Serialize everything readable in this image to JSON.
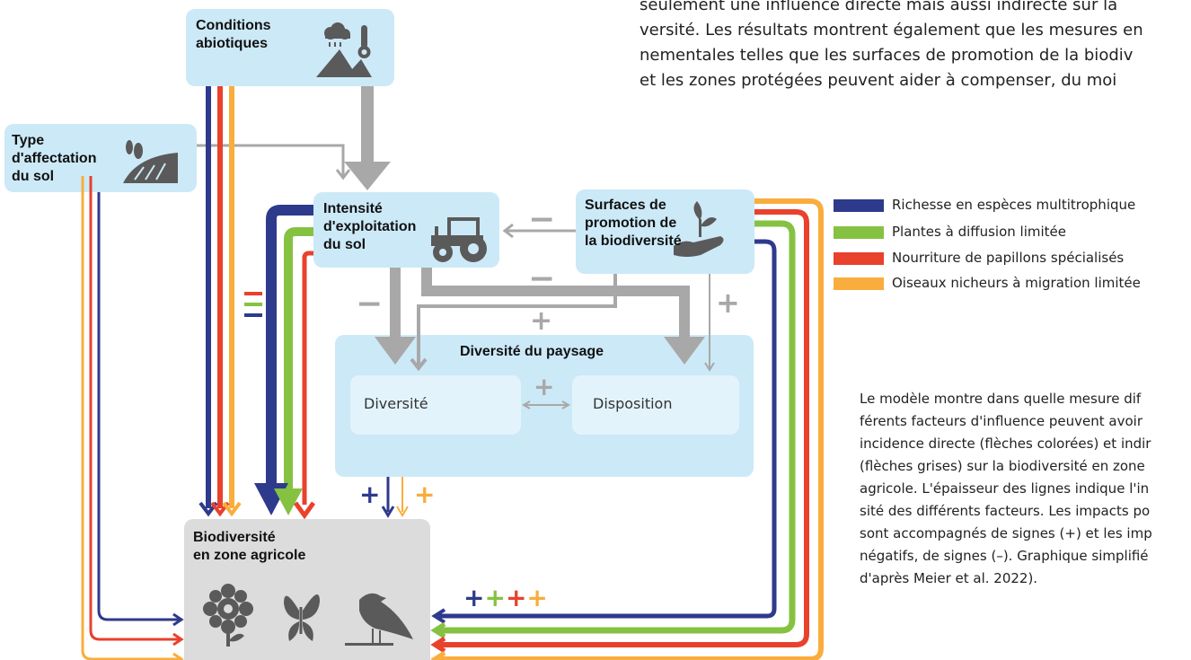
{
  "colors": {
    "blue": "#2e3a8c",
    "green": "#86c242",
    "red": "#e8412c",
    "orange": "#f9ad3c",
    "grey_arrow": "#a8a8a8",
    "box_fill": "#cce9f7",
    "inner_fill": "#e3f3fb",
    "bio_fill": "#dcdcdc"
  },
  "intro_text": {
    "line1": "seulement une influence directe mais aussi indirecte sur la",
    "line2": "versité. Les résultats montrent également que les mesures en",
    "line3": "nementales telles que les surfaces de promotion de la biodiv",
    "line4": "et les zones protégées peuvent aider à compenser, du moi"
  },
  "nodes": {
    "conditions": {
      "label": "Conditions\nabiotiques",
      "icon": "weather-mountain-icon"
    },
    "affectation": {
      "label": "Type\nd'affectation\ndu sol",
      "icon": "field-trees-icon"
    },
    "intensite": {
      "label": "Intensité\nd'exploitation\ndu sol",
      "icon": "tractor-icon"
    },
    "surfaces": {
      "label": "Surfaces de\npromotion de\nla biodiversité",
      "icon": "hand-plant-icon"
    },
    "paysage": {
      "label": "Diversité du paysage"
    },
    "diversite": {
      "label": "Diversité"
    },
    "disposition": {
      "label": "Disposition"
    },
    "biodiversite": {
      "label": "Biodiversité\nen zone agricole",
      "icons": [
        "flower-icon",
        "butterfly-icon",
        "bird-icon"
      ]
    }
  },
  "signs": {
    "surfaces_to_intensite": "−",
    "surfaces_to_paysage_right": "+",
    "intensite_to_paysage": "−",
    "cross_minus": "−",
    "cross_plus": "+",
    "diversite_disposition": "+",
    "paysage_to_bio_blue": "+",
    "paysage_to_bio_orange": "+",
    "surfaces_to_bio": [
      "+",
      "+",
      "+",
      "+"
    ]
  },
  "legend": [
    {
      "label": "Richesse en espèces multitrophique",
      "color": "#2e3a8c"
    },
    {
      "label": "Plantes à diffusion limitée",
      "color": "#86c242"
    },
    {
      "label": "Nourriture de papillons spécialisés",
      "color": "#e8412c"
    },
    {
      "label": "Oiseaux nicheurs à migration limitée",
      "color": "#f9ad3c"
    }
  ],
  "caption": {
    "line1": "Le modèle montre dans quelle mesure dif",
    "line2": "férents facteurs d'influence peuvent avoir",
    "line3": "incidence directe (flèches colorées) et indir",
    "line4": "(flèches grises) sur la biodiversité en zone",
    "line5": "agricole. L'épaisseur des lignes indique l'in",
    "line6": "sité des différents facteurs. Les impacts po",
    "line7": "sont accompagnés de signes (+) et les imp",
    "line8": "négatifs, de signes (–). Graphique simplifié",
    "line9": "d'après Meier et al. 2022)."
  }
}
